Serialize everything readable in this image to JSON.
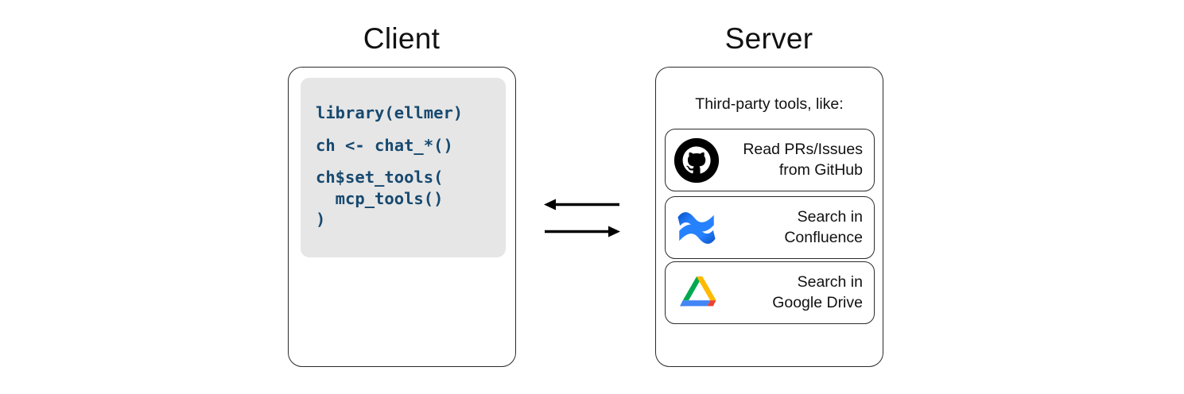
{
  "client": {
    "heading": "Client",
    "code_lines": [
      "library(ellmer)",
      "ch <- chat_*()",
      "ch$set_tools(",
      "  mcp_tools()",
      ")"
    ]
  },
  "server": {
    "heading": "Server",
    "caption": "Third-party tools, like:",
    "tools": [
      {
        "icon": "github-icon",
        "label": "Read PRs/Issues\nfrom GitHub"
      },
      {
        "icon": "confluence-icon",
        "label": "Search in\nConfluence"
      },
      {
        "icon": "google-drive-icon",
        "label": "Search in\nGoogle Drive"
      }
    ]
  },
  "arrows": [
    {
      "name": "arrow-server-to-client",
      "direction": "left"
    },
    {
      "name": "arrow-client-to-server",
      "direction": "right"
    }
  ],
  "colors": {
    "code_text": "#17496f",
    "code_background": "#e6e6e6",
    "panel_border": "#2b2b2b",
    "github_black": "#000000",
    "confluence_blue": "#2681ff",
    "confluence_blue_dark": "#0b57c9",
    "drive_green": "#00a94f",
    "drive_green_dark": "#108c44",
    "drive_yellow": "#ffba00",
    "drive_blue": "#4285f4",
    "drive_red": "#ea4335"
  }
}
